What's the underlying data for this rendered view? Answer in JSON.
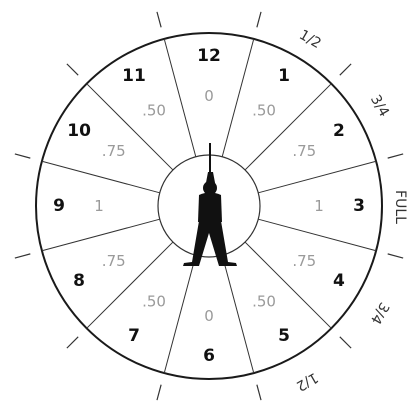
{
  "diagram": {
    "hour_labels": [
      "12",
      "1",
      "2",
      "3",
      "4",
      "5",
      "6",
      "7",
      "8",
      "9",
      "10",
      "11"
    ],
    "swing_labels": [
      "0",
      ".50",
      ".75",
      "1",
      ".75",
      ".50",
      "0",
      ".50",
      ".75",
      "1",
      ".75",
      ".50"
    ],
    "outer_labels": [
      "1/2",
      "3/4",
      "FULL",
      "3/4",
      "1/2"
    ],
    "colors": {
      "background": "#ffffff",
      "ring": "#1a1a1a",
      "divider": "#333333",
      "hour_text": "#111111",
      "swing_text": "#9a9a9a",
      "outer_text": "#333333",
      "figure": "#111111"
    },
    "icons": {
      "center": "golfer-silhouette-icon"
    }
  }
}
